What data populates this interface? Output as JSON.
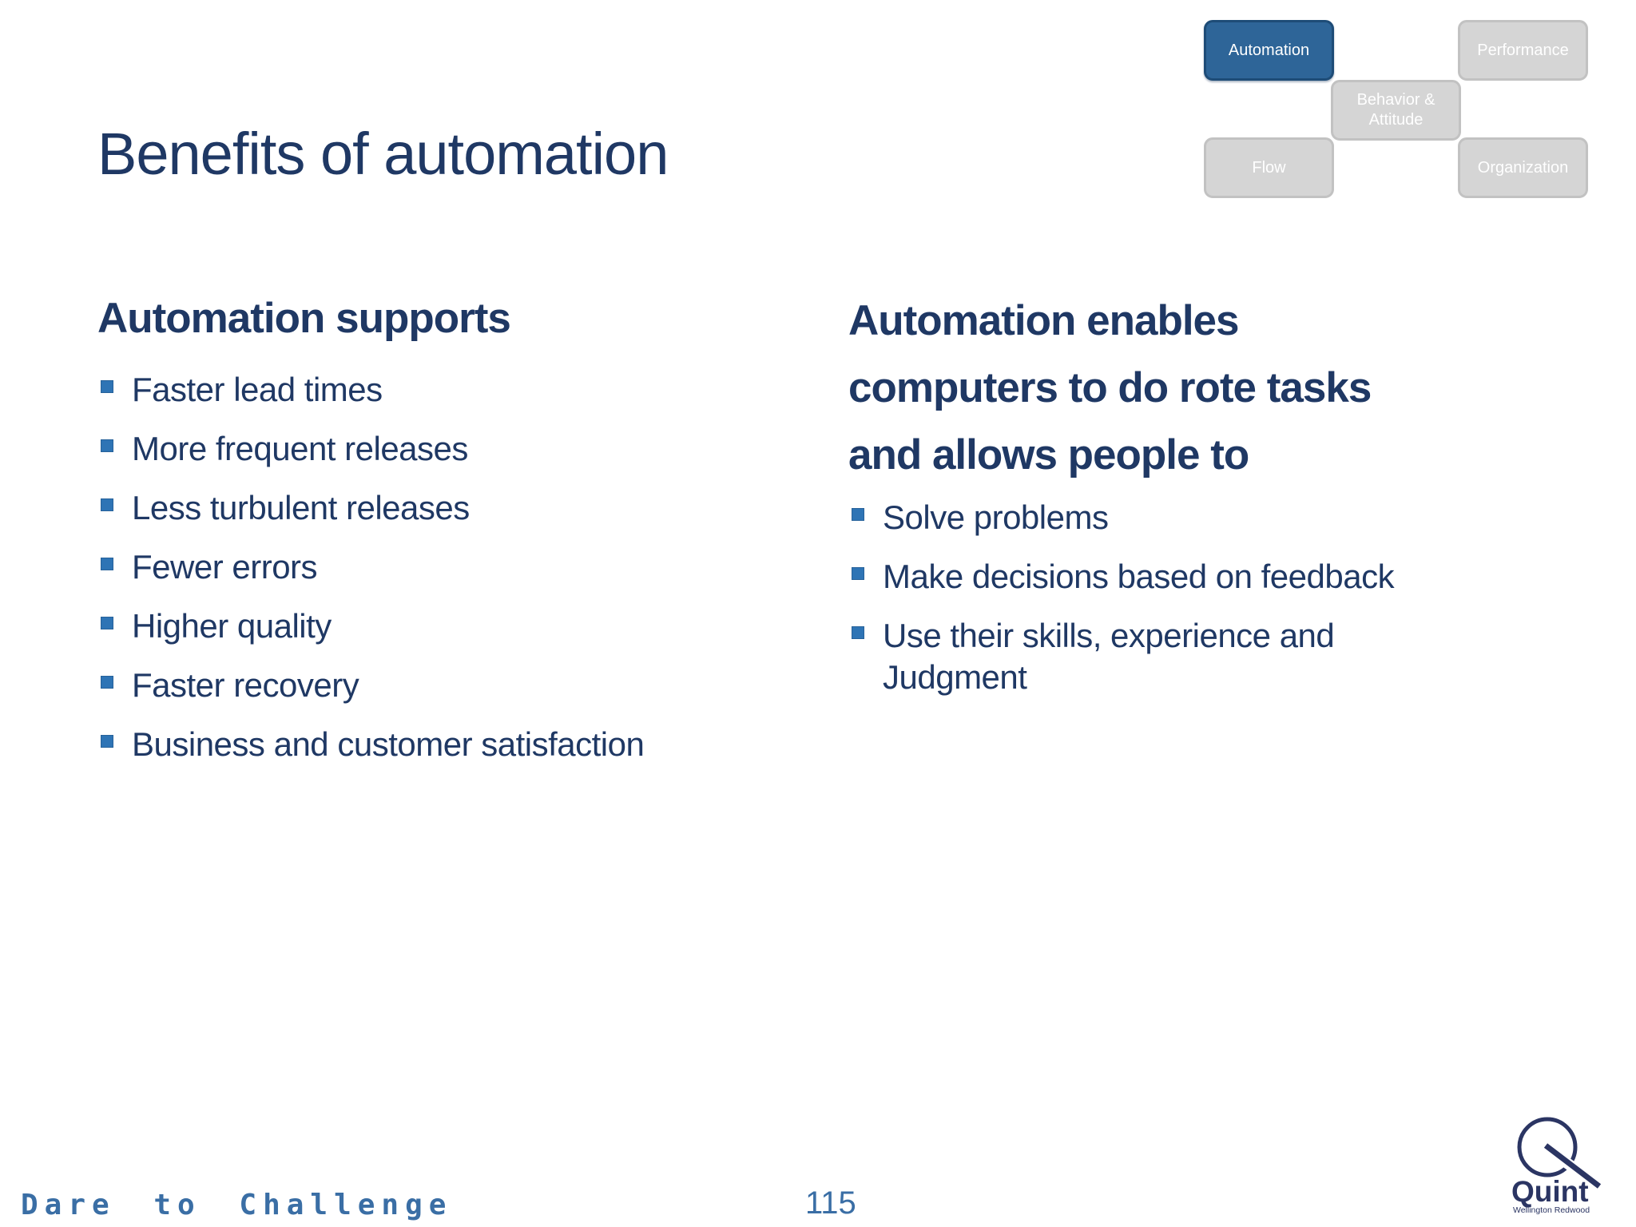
{
  "slide": {
    "title": "Benefits of automation",
    "page_number": "115",
    "footer_tagline": "Dare to Challenge"
  },
  "diagram": {
    "boxes": [
      {
        "label": "Automation",
        "state": "active"
      },
      {
        "label": "Performance",
        "state": "inactive"
      },
      {
        "label": "Behavior & Attitude",
        "state": "inactive"
      },
      {
        "label": "Flow",
        "state": "inactive"
      },
      {
        "label": "Organization",
        "state": "inactive"
      }
    ]
  },
  "left_column": {
    "heading": "Automation supports",
    "items": [
      "Faster lead times",
      "More frequent releases",
      "Less turbulent releases",
      "Fewer errors",
      "Higher quality",
      "Faster recovery",
      "Business and customer satisfaction"
    ]
  },
  "right_column": {
    "heading": "Automation enables\ncomputers to do rote tasks\nand allows people to",
    "items": [
      "Solve problems",
      "Make decisions based on feedback",
      "Use their skills, experience and Judgment"
    ]
  },
  "logo": {
    "name": "Quint",
    "subtext": "Wellington Redwood"
  },
  "colors": {
    "navy": "#1f3864",
    "bullet_blue": "#2e74b5",
    "steel": "#3a6ea5",
    "box_active_fill": "#2e6598",
    "box_active_border": "#1e4c77",
    "box_inactive_fill": "#d5d5d5",
    "box_inactive_border": "#c2c2c2",
    "box_text": "#ffffff",
    "logo_navy": "#2b3563"
  }
}
